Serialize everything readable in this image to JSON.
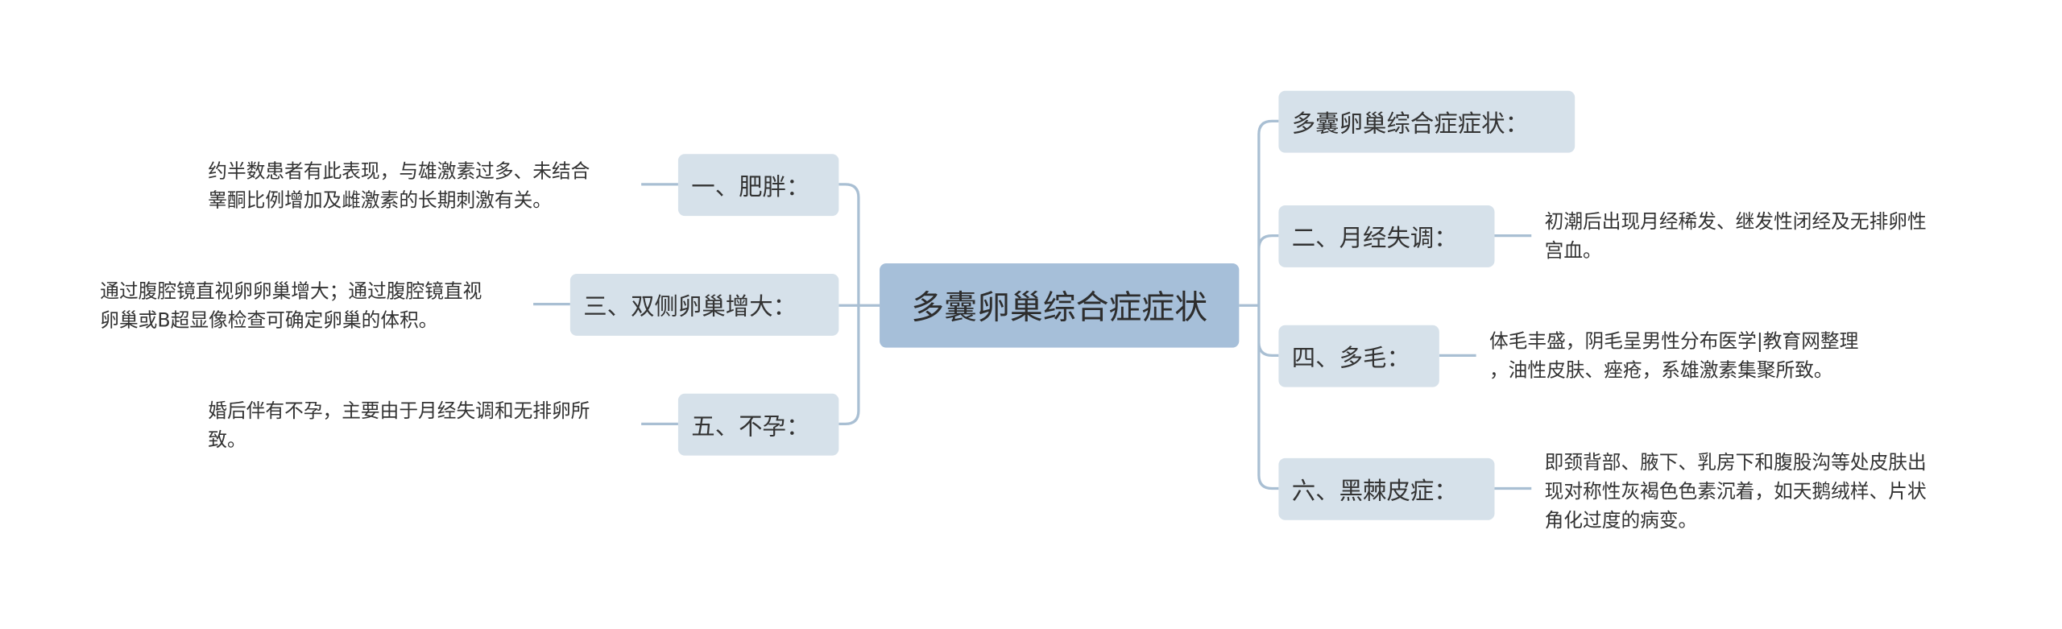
{
  "root": {
    "title": "多囊卵巢综合症症状"
  },
  "left": [
    {
      "label": "一、肥胖：",
      "desc": [
        "约半数患者有此表现，与雄激素过多、未结合",
        "睾酮比例增加及雌激素的长期刺激有关。"
      ]
    },
    {
      "label": "三、双侧卵巢增大：",
      "desc": [
        "通过腹腔镜直视卵卵巢增大；通过腹腔镜直视",
        "卵巢或B超显像检查可确定卵巢的体积。"
      ]
    },
    {
      "label": "五、不孕：",
      "desc": [
        "婚后伴有不孕，主要由于月经失调和无排卵所",
        "致。"
      ]
    }
  ],
  "right": [
    {
      "label": "多囊卵巢综合症症状：",
      "desc": []
    },
    {
      "label": "二、月经失调：",
      "desc": [
        "初潮后出现月经稀发、继发性闭经及无排卵性",
        "宫血。"
      ]
    },
    {
      "label": "四、多毛：",
      "desc": [
        "体毛丰盛，阴毛呈男性分布医学|教育网整理",
        "，油性皮肤、痤疮，系雄激素集聚所致。"
      ]
    },
    {
      "label": "六、黑棘皮症：",
      "desc": [
        "即颈背部、腋下、乳房下和腹股沟等处皮肤出",
        "现对称性灰褐色色素沉着，如天鹅绒样、片状",
        "角化过度的病变。"
      ]
    }
  ],
  "colors": {
    "root_fill": "#a6bfd9",
    "branch_fill": "#d6e1ea",
    "connector": "#a9bfd3"
  }
}
